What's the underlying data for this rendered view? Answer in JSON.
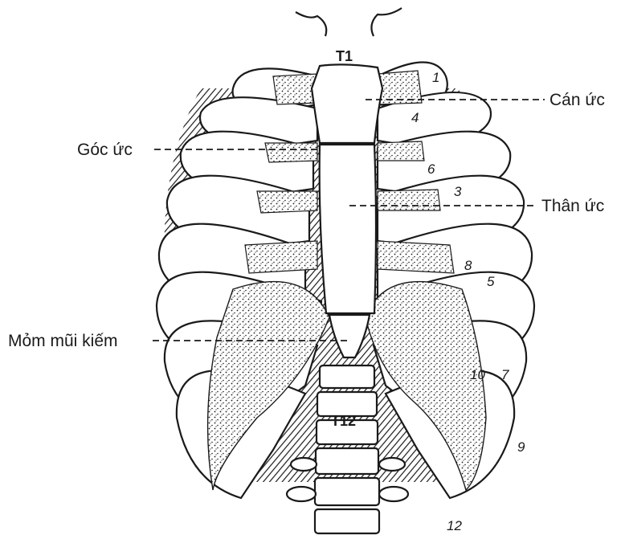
{
  "labels": {
    "manubrium": "Cán ức",
    "sternal_angle": "Góc ức",
    "sternal_body": "Thân ức",
    "xiphoid": "Mỏm mũi kiếm"
  },
  "vertebrae": {
    "top": "T1",
    "bottom": "T12"
  },
  "rib_numbers": [
    "1",
    "4",
    "6",
    "3",
    "8",
    "5",
    "10",
    "7",
    "9",
    "12"
  ],
  "colors": {
    "ink": "#1a1a1a",
    "background": "#ffffff"
  }
}
